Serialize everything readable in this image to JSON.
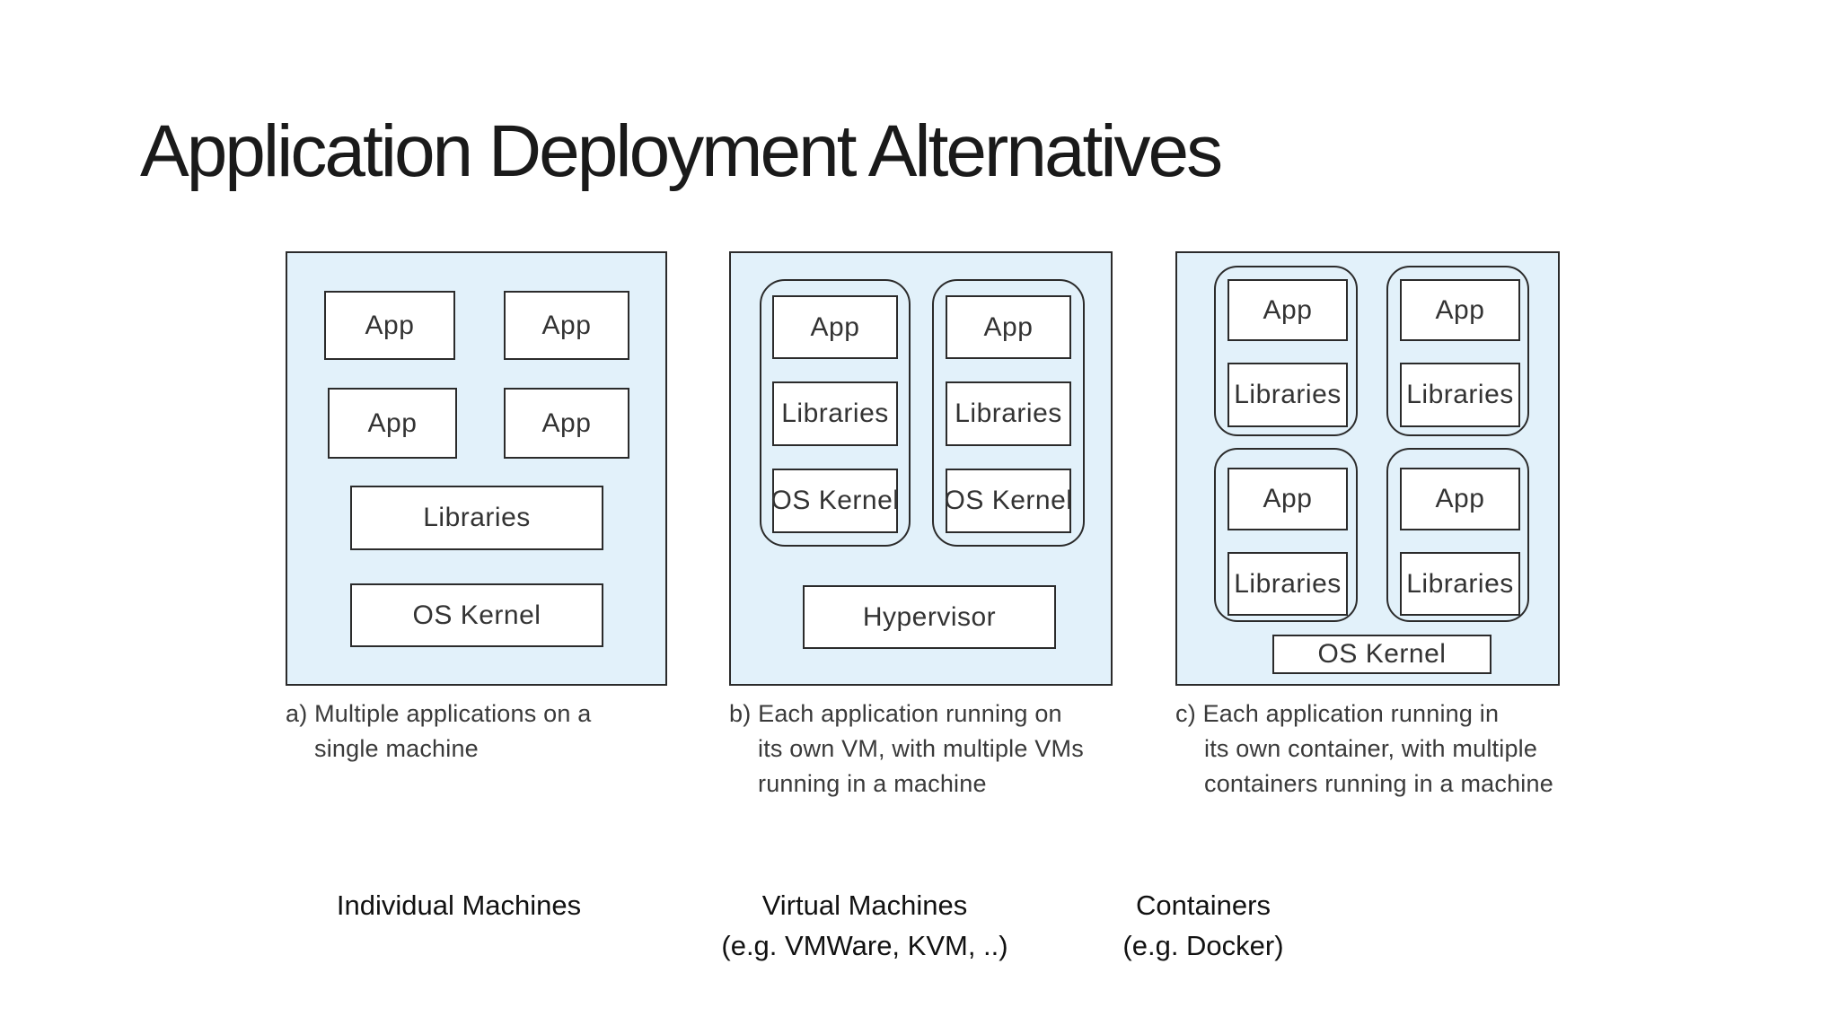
{
  "slide": {
    "title": "Application Deployment Alternatives"
  },
  "labels": {
    "app": "App",
    "libraries": "Libraries",
    "os_kernel": "OS Kernel",
    "hypervisor": "Hypervisor"
  },
  "captions": {
    "a": [
      "a) Multiple applications on a",
      "single machine"
    ],
    "b": [
      "b) Each application running on",
      "its own VM, with multiple VMs",
      "running in a machine"
    ],
    "c": [
      "c) Each application running in",
      "its own container, with multiple",
      "containers running in a machine"
    ]
  },
  "footers": {
    "individual": [
      "Individual Machines"
    ],
    "vm": [
      "Virtual Machines",
      "(e.g. VMWare, KVM, ..)"
    ],
    "containers": [
      "Containers",
      "(e.g. Docker)"
    ]
  },
  "colors": {
    "panel_fill": "#e2f1fa",
    "stroke": "#2b2b2b",
    "box_fill": "#ffffff",
    "title_text": "#1a1a1a",
    "body_text": "#3a3a3a"
  }
}
